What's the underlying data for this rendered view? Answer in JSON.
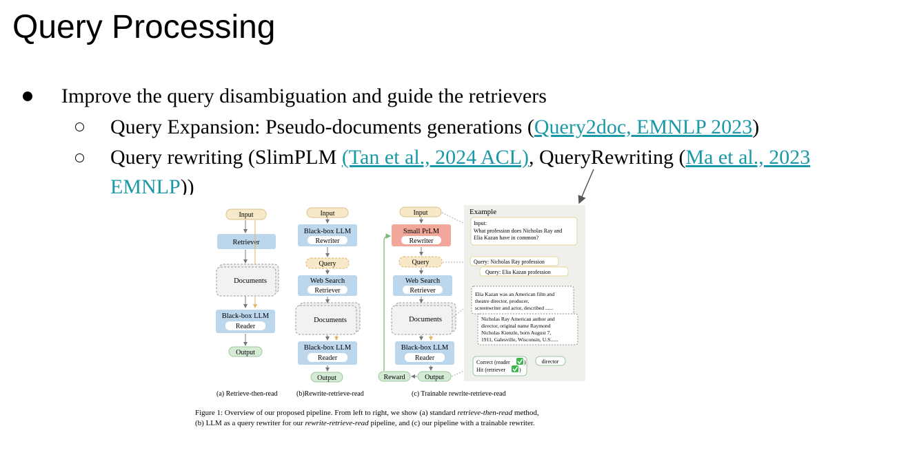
{
  "slide": {
    "title": "Query Processing",
    "bullet1": "Improve the query disambiguation and guide the retrievers",
    "sub1": {
      "text": "Query Expansion: Pseudo-documents generations (",
      "link": "Query2doc, EMNLP 2023",
      "close": ")"
    },
    "sub2": {
      "text_a": "Query rewriting (SlimPLM ",
      "link_a": "(Tan et al., 2024 ACL)",
      "text_b": ", QueryRewriting (",
      "link_b": "Ma et al., 2023",
      "link_b2": "EMNLP",
      "close": "))"
    }
  },
  "figure": {
    "a": {
      "input": "Input",
      "retriever": "Retriever",
      "documents": "Documents",
      "llm": "Black-box LLM",
      "reader": "Reader",
      "output": "Output",
      "caption": "(a) Retrieve-then-read"
    },
    "b": {
      "input": "Input",
      "llm": "Black-box LLM",
      "rewriter": "Rewriter",
      "query": "Query",
      "web_search": "Web Search",
      "retriever": "Retriever",
      "documents": "Documents",
      "llm2": "Black-box LLM",
      "reader": "Reader",
      "output": "Output",
      "caption": "(b)Rewrite-retrieve-read"
    },
    "c": {
      "input": "Input",
      "small": "Small PrLM",
      "rewriter": "Rewriter",
      "query": "Query",
      "web_search": "Web Search",
      "retriever": "Retriever",
      "documents": "Documents",
      "llm": "Black-box LLM",
      "reader": "Reader",
      "output": "Output",
      "reward": "Reward",
      "caption": "(c) Trainable rewrite-retrieve-read"
    },
    "example": {
      "title": "Example",
      "input_label": "Input:",
      "input_q1": "What profession does Nicholas Ray and",
      "input_q2": "Elia Kazan have in common?",
      "query1": "Query: Nicholas Ray profession",
      "query2": "Query: Elia Kazan profession",
      "doc1": [
        "Elia Kazan was an American film and",
        "theatre director, producer,",
        "screenwriter and actor, described ......"
      ],
      "doc2": [
        "Nicholas Ray American author and",
        "director, original name Raymond",
        "Nicholas Kienzle, born August 7,",
        "1911, Galesville, Wisconsin, U.S......"
      ],
      "correct": "Correct (reader",
      "hit": "Hit (retriever",
      "answer": "director"
    },
    "caption_line1_a": "Figure 1:  Overview of our proposed pipeline. From left to right, we show (a) standard ",
    "caption_line1_em": "retrieve-then-read",
    "caption_line1_b": " method,",
    "caption_line2_a": "(b) LLM as a query rewriter for our ",
    "caption_line2_em": "rewrite-retrieve-read",
    "caption_line2_b": " pipeline, and (c) our pipeline with a trainable rewriter."
  },
  "colors": {
    "link": "#1a98a8",
    "blue_box": "#bcd6ec",
    "input_box": "#f7e9c7",
    "output_box": "#d6ebd6",
    "red_box": "#f1a89a",
    "example_bg": "#efefec",
    "check": "#3cb64a"
  }
}
